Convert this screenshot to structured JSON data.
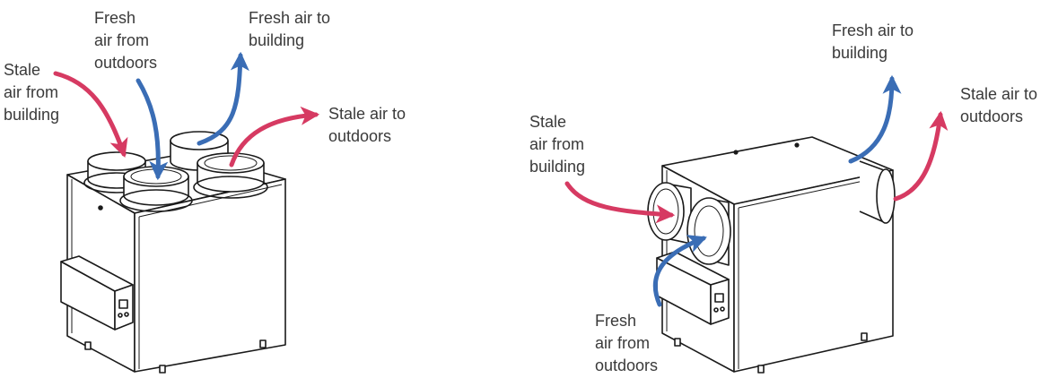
{
  "colors": {
    "stale_arrow": "#d63a62",
    "fresh_arrow": "#3a6db5",
    "outline": "#1a1a1a",
    "label_text": "#3a3a3a"
  },
  "units": [
    {
      "name": "top-port-unit",
      "labels": {
        "stale_from_building": "Stale\nair from\nbuilding",
        "fresh_from_outdoors": "Fresh\nair from\noutdoors",
        "fresh_to_building": "Fresh air to\nbuilding",
        "stale_to_outdoors": "Stale air to\noutdoors"
      }
    },
    {
      "name": "side-port-unit",
      "labels": {
        "stale_from_building": "Stale\nair from\nbuilding",
        "fresh_to_building": "Fresh air to\nbuilding",
        "stale_to_outdoors": "Stale air to\noutdoors",
        "fresh_from_outdoors": "Fresh\nair from\noutdoors"
      }
    }
  ]
}
